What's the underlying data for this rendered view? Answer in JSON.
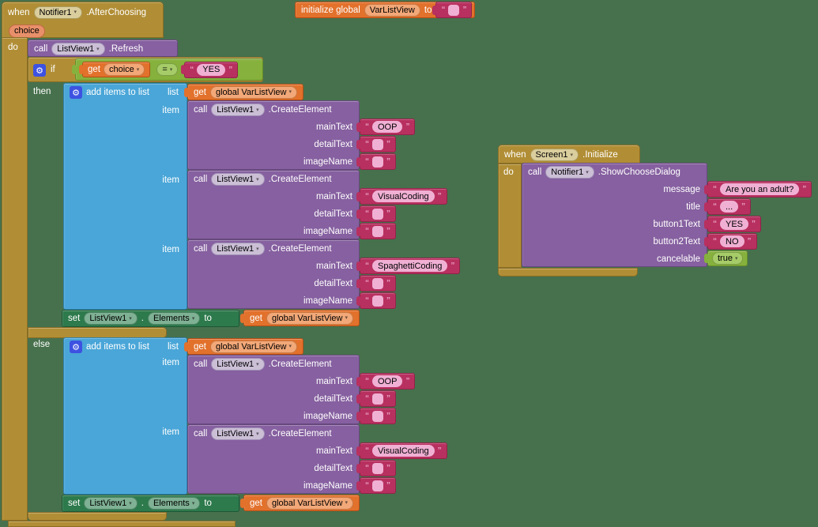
{
  "palette": {
    "background": "#47714D",
    "event_gold": "#B18E35",
    "method_purple": "#8660A0",
    "list_blue": "#4AA6D8",
    "variable_orange": "#E2712C",
    "text_magenta": "#B8305F",
    "logic_green": "#85B13C",
    "setter_green": "#2D7A4C",
    "gear_blue": "#3D52E1"
  },
  "chrome": {
    "dropdown_arrow": "▾",
    "quote_open": "“",
    "quote_close": "”",
    "gear": "⚙"
  },
  "labels": {
    "when": "when",
    "do": "do",
    "call": "call",
    "set": "set",
    "to": "to",
    "if": "if",
    "then": "then",
    "else": "else",
    "get": "get",
    "item": "item",
    "list": "list",
    "dot": "."
  },
  "init_global": {
    "prefix": "initialize global",
    "name": "VarListView",
    "to": "to",
    "value": ""
  },
  "left": {
    "when": {
      "component": "Notifier1",
      "event": ".AfterChoosing",
      "param": "choice"
    },
    "refresh": {
      "component": "ListView1",
      "method": ".Refresh"
    },
    "condition": {
      "var": "choice",
      "op": "=",
      "value": "YES"
    },
    "add_items_label": "add items to list",
    "get_global": "global VarListView",
    "then_items": [
      {
        "component": "ListView1",
        "method": ".CreateElement",
        "params": [
          {
            "label": "mainText",
            "value": "OOP"
          },
          {
            "label": "detailText",
            "value": ""
          },
          {
            "label": "imageName",
            "value": ""
          }
        ]
      },
      {
        "component": "ListView1",
        "method": ".CreateElement",
        "params": [
          {
            "label": "mainText",
            "value": "VisualCoding"
          },
          {
            "label": "detailText",
            "value": ""
          },
          {
            "label": "imageName",
            "value": ""
          }
        ]
      },
      {
        "component": "ListView1",
        "method": ".CreateElement",
        "params": [
          {
            "label": "mainText",
            "value": "SpaghettiCoding"
          },
          {
            "label": "detailText",
            "value": ""
          },
          {
            "label": "imageName",
            "value": ""
          }
        ]
      }
    ],
    "then_set": {
      "component": "ListView1",
      "property": "Elements"
    },
    "else_items": [
      {
        "component": "ListView1",
        "method": ".CreateElement",
        "params": [
          {
            "label": "mainText",
            "value": "OOP"
          },
          {
            "label": "detailText",
            "value": ""
          },
          {
            "label": "imageName",
            "value": ""
          }
        ]
      },
      {
        "component": "ListView1",
        "method": ".CreateElement",
        "params": [
          {
            "label": "mainText",
            "value": "VisualCoding"
          },
          {
            "label": "detailText",
            "value": ""
          },
          {
            "label": "imageName",
            "value": ""
          }
        ]
      }
    ],
    "else_set": {
      "component": "ListView1",
      "property": "Elements"
    }
  },
  "right": {
    "when": {
      "component": "Screen1",
      "event": ".Initialize"
    },
    "dialog": {
      "component": "Notifier1",
      "method": ".ShowChooseDialog",
      "params": [
        {
          "label": "message",
          "value": "Are you an adult?"
        },
        {
          "label": "title",
          "value": "..."
        },
        {
          "label": "button1Text",
          "value": "YES"
        },
        {
          "label": "button2Text",
          "value": "NO"
        },
        {
          "label": "cancelable",
          "value": "true"
        }
      ]
    }
  }
}
